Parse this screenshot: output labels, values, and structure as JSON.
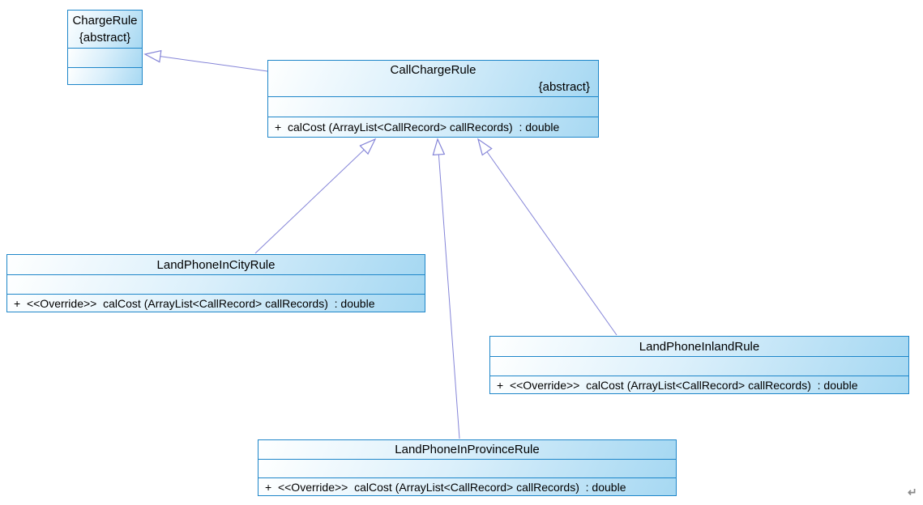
{
  "page": {
    "background": "#ffffff",
    "return_mark": "↵"
  },
  "palette": {
    "box_border": "#1e86c9",
    "box_fill_light": "#feffff",
    "box_fill_dark": "#a6d8f2",
    "relation_line": "#8585d8",
    "text": "#000000"
  },
  "diagram_type": "uml-class-diagram",
  "classes": [
    {
      "id": "ChargeRule",
      "name": "ChargeRule",
      "stereotype": "{abstract}",
      "attributes": [],
      "operations": []
    },
    {
      "id": "CallChargeRule",
      "name": "CallChargeRule",
      "stereotype": "{abstract}",
      "attributes": [],
      "operations": [
        "+  calCost (ArrayList<CallRecord> callRecords)  : double"
      ]
    },
    {
      "id": "LandPhoneInCityRule",
      "name": "LandPhoneInCityRule",
      "stereotype": "",
      "attributes": [],
      "operations": [
        "+  <<Override>>  calCost (ArrayList<CallRecord> callRecords)  : double"
      ]
    },
    {
      "id": "LandPhoneInlandRule",
      "name": "LandPhoneInlandRule",
      "stereotype": "",
      "attributes": [],
      "operations": [
        "+  <<Override>>  calCost (ArrayList<CallRecord> callRecords)  : double"
      ]
    },
    {
      "id": "LandPhoneInProvinceRule",
      "name": "LandPhoneInProvinceRule",
      "stereotype": "",
      "attributes": [],
      "operations": [
        "+  <<Override>>  calCost (ArrayList<CallRecord> callRecords)  : double"
      ]
    }
  ],
  "relationships": [
    {
      "type": "generalization",
      "from": "CallChargeRule",
      "to": "ChargeRule"
    },
    {
      "type": "generalization",
      "from": "LandPhoneInCityRule",
      "to": "CallChargeRule"
    },
    {
      "type": "generalization",
      "from": "LandPhoneInProvinceRule",
      "to": "CallChargeRule"
    },
    {
      "type": "generalization",
      "from": "LandPhoneInlandRule",
      "to": "CallChargeRule"
    }
  ]
}
